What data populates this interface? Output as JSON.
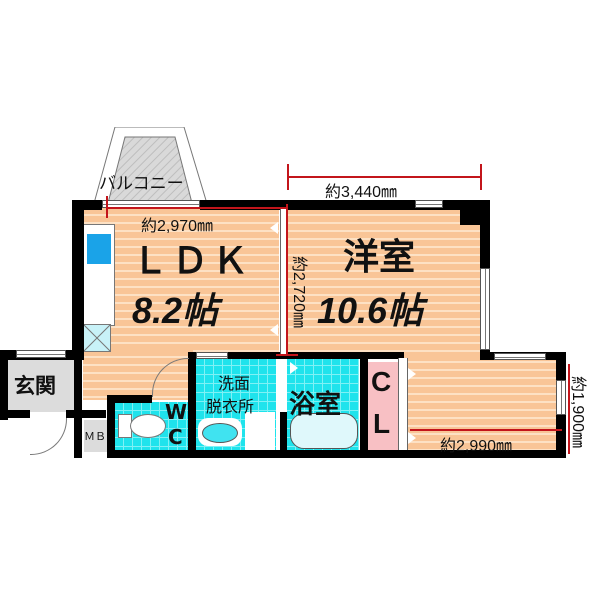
{
  "floorplan": {
    "balcony": {
      "label": "バルコニー"
    },
    "rooms": {
      "ldk": {
        "name": "ＬＤＫ",
        "area": "8.2帖",
        "width_dim": "約2,970㎜"
      },
      "western": {
        "name": "洋室",
        "area": "10.6帖",
        "width_dim": "約3,440㎜",
        "depth_dim": "約2,720㎜"
      },
      "western_extension": {
        "width_dim": "約2,990㎜",
        "depth_dim": "約1,900㎜"
      },
      "entrance": {
        "name": "玄関"
      },
      "meter_box": {
        "name": "ＭＢ"
      },
      "toilet": {
        "name_top": "W",
        "name_bottom": "C"
      },
      "washroom": {
        "name_line1": "洗面",
        "name_line2": "脱衣所"
      },
      "bathroom": {
        "name": "浴室"
      },
      "closet": {
        "name_top": "C",
        "name_bottom": "L"
      }
    },
    "colors": {
      "wood_floor": "#f9c597",
      "wet_area_tile": "#1fe3ec",
      "closet": "#f8c0c4",
      "entrance_floor": "#dcdcdc",
      "dimension_line": "#c3151b",
      "kitchen_sink": "#1aa3e8"
    }
  }
}
